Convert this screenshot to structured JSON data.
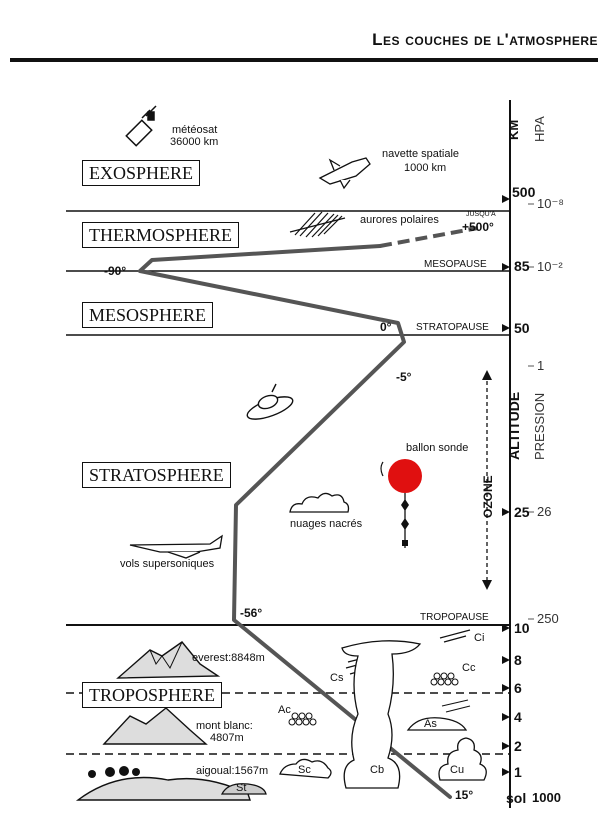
{
  "title": "Les couches de l'atmosphere",
  "layers": {
    "exosphere": "EXOSPHERE",
    "thermosphere": "THERMOSPHERE",
    "mesosphere": "MESOSPHERE",
    "stratosphere": "STRATOSPHERE",
    "troposphere": "TROPOSPHERE"
  },
  "boundaries": {
    "mesopause": "MESOPAUSE",
    "stratopause": "STRATOPAUSE",
    "tropopause": "TROPOPAUSE"
  },
  "axes": {
    "altitude_unit": "KM",
    "pressure_unit": "HPA",
    "altitude_label": "ALTITUDE",
    "pressure_label": "PRESSION",
    "km_ticks": [
      "500",
      "85",
      "50",
      "25",
      "10",
      "8",
      "6",
      "4",
      "2",
      "1",
      "sol"
    ],
    "hpa_ticks": [
      "10⁻⁸",
      "10⁻²",
      "1",
      "26",
      "250",
      "1000"
    ]
  },
  "temperatures": {
    "t_ground": "15°",
    "t_tropopause": "-56°",
    "t_minus5": "-5°",
    "t_stratopause": "0°",
    "t_mesopause": "-90°",
    "t_thermo_upto": "JUSQU'A",
    "t_thermo": "+500°"
  },
  "annotations": {
    "meteosat": "météosat",
    "meteosat_alt": "36000 km",
    "shuttle": "navette spatiale",
    "shuttle_alt": "1000 km",
    "aurora": "aurores polaires",
    "balloon": "ballon sonde",
    "ozone": "OZONE",
    "nacre": "nuages nacrés",
    "supersonic": "vols supersoniques",
    "everest": "everest:8848m",
    "montblanc": "mont blanc:",
    "montblanc_alt": "4807m",
    "aigoual": "aigoual:1567m"
  },
  "clouds": {
    "ci": "Ci",
    "cs": "Cs",
    "cc": "Cc",
    "ac": "Ac",
    "as": "As",
    "sc": "Sc",
    "cb": "Cb",
    "cu": "Cu",
    "st": "St"
  },
  "colors": {
    "balloon": "#e01010",
    "line": "#555555"
  }
}
